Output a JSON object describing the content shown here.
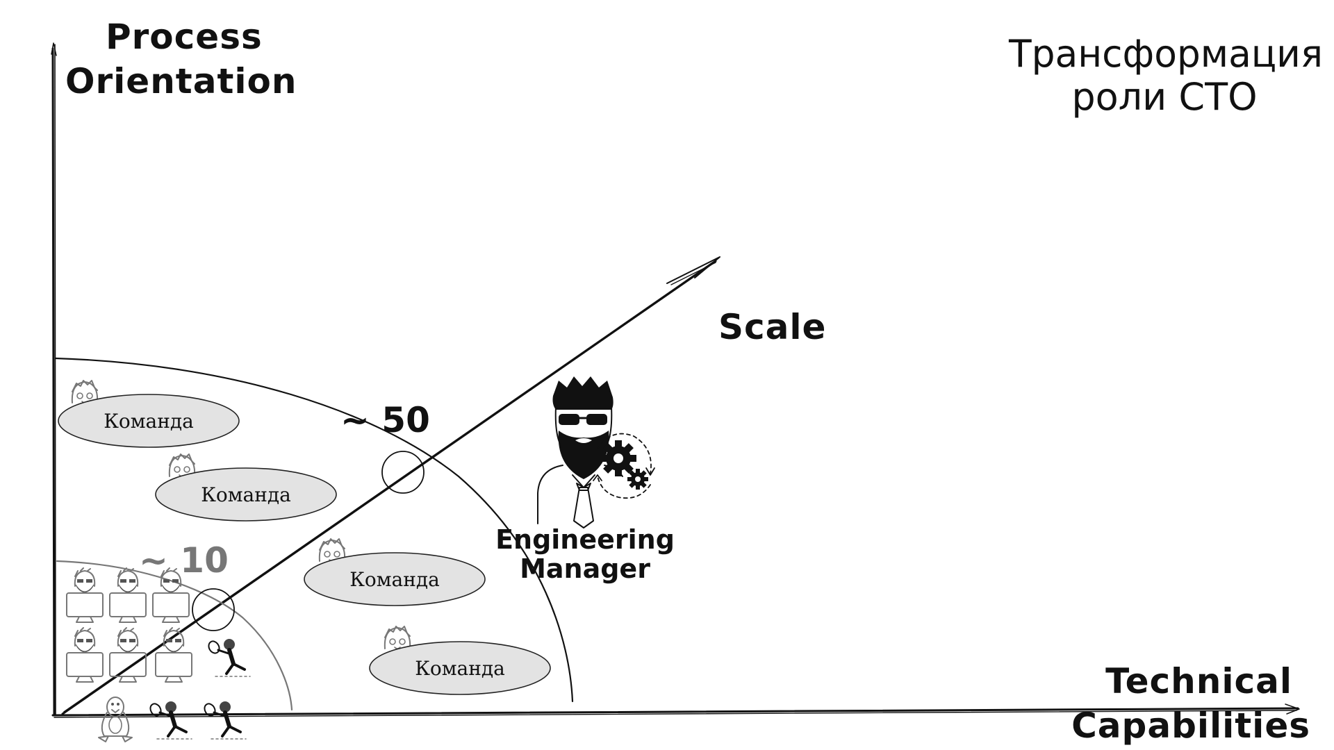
{
  "title": {
    "line1": "Трансформация",
    "line2": "роли СТО"
  },
  "axes": {
    "y_label": {
      "line1": "Process",
      "line2": "Orientation"
    },
    "x_label": {
      "line1": "Technical",
      "line2": "Capabilities"
    },
    "diagonal_label": "Scale"
  },
  "markers": {
    "small": "~ 10",
    "large": "~ 50"
  },
  "teams": [
    {
      "label": "Команда"
    },
    {
      "label": "Команда"
    },
    {
      "label": "Команда"
    },
    {
      "label": "Команда"
    }
  ],
  "role": {
    "line1": "Engineering",
    "line2": "Manager"
  },
  "colors": {
    "ink": "#111111",
    "ellipse_fill": "#e3e3e3",
    "grey_ink": "#777777",
    "background": "#ffffff"
  },
  "icons": {
    "developer": "developer-at-monitor-icon",
    "manager": "bearded-manager-icon",
    "gears": "gears-icon",
    "linux": "tux-penguin-icon",
    "tennis": "tennis-player-icon"
  }
}
